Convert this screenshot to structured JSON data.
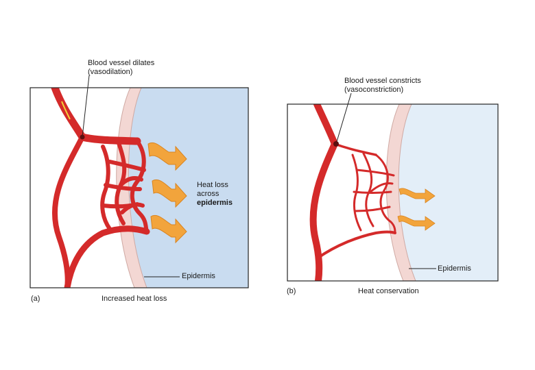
{
  "panel_a": {
    "callout_line1": "Blood vessel dilates",
    "callout_line2": "(vasodilation)",
    "heat_line1": "Heat loss",
    "heat_line2": "across",
    "heat_line3": "epidermis",
    "epidermis_label": "Epidermis",
    "panel_letter": "(a)",
    "caption": "Increased heat loss"
  },
  "panel_b": {
    "callout_line1": "Blood vessel constricts",
    "callout_line2": "(vasoconstriction)",
    "epidermis_label": "Epidermis",
    "panel_letter": "(b)",
    "caption": "Heat  conservation"
  },
  "colors": {
    "vessel": "#d42a2a",
    "vessel_dark": "#a81616",
    "skin_band": "#f3d7d3",
    "outside_a": "#c9dcf0",
    "outside_b": "#e3eef8",
    "heat_arrow": "#f2a43c",
    "frame": "#222222"
  },
  "icons": {
    "heat": "wavy-arrow",
    "vessel_point": "dot"
  }
}
